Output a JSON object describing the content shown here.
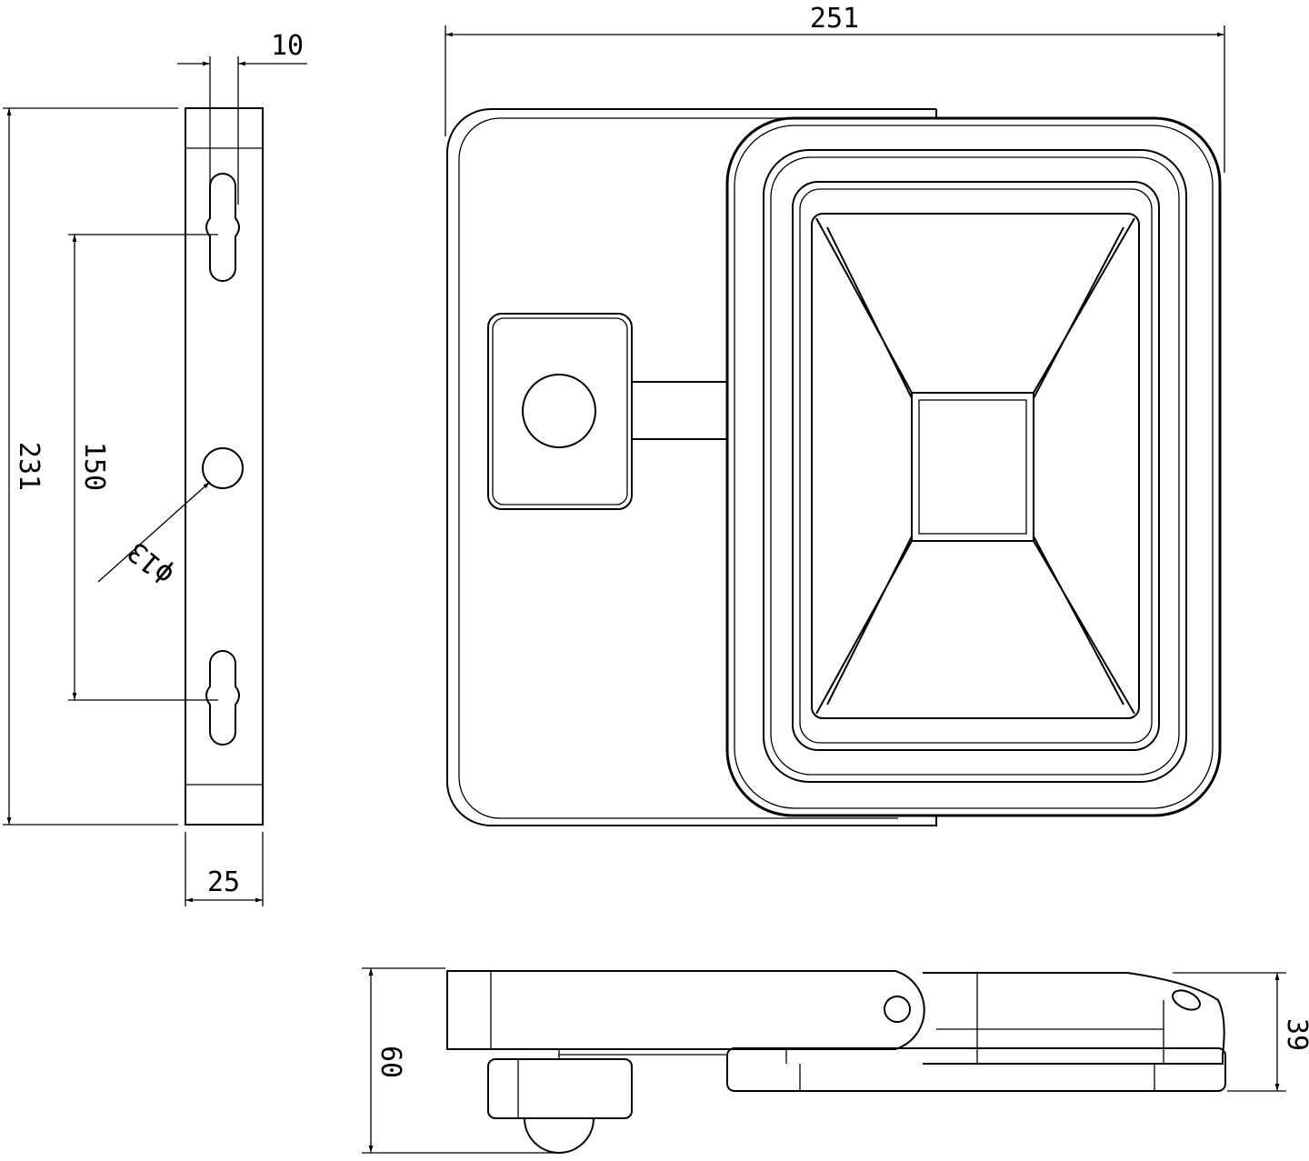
{
  "dimensions": {
    "slot_width": "10",
    "overall_width": "251",
    "height": "231",
    "hole_spacing": "150",
    "hole_diameter": "ϕ13",
    "bracket_depth": "25",
    "total_depth": "60",
    "head_depth": "39"
  },
  "colors": {
    "line": "#000000",
    "background": "#ffffff"
  }
}
